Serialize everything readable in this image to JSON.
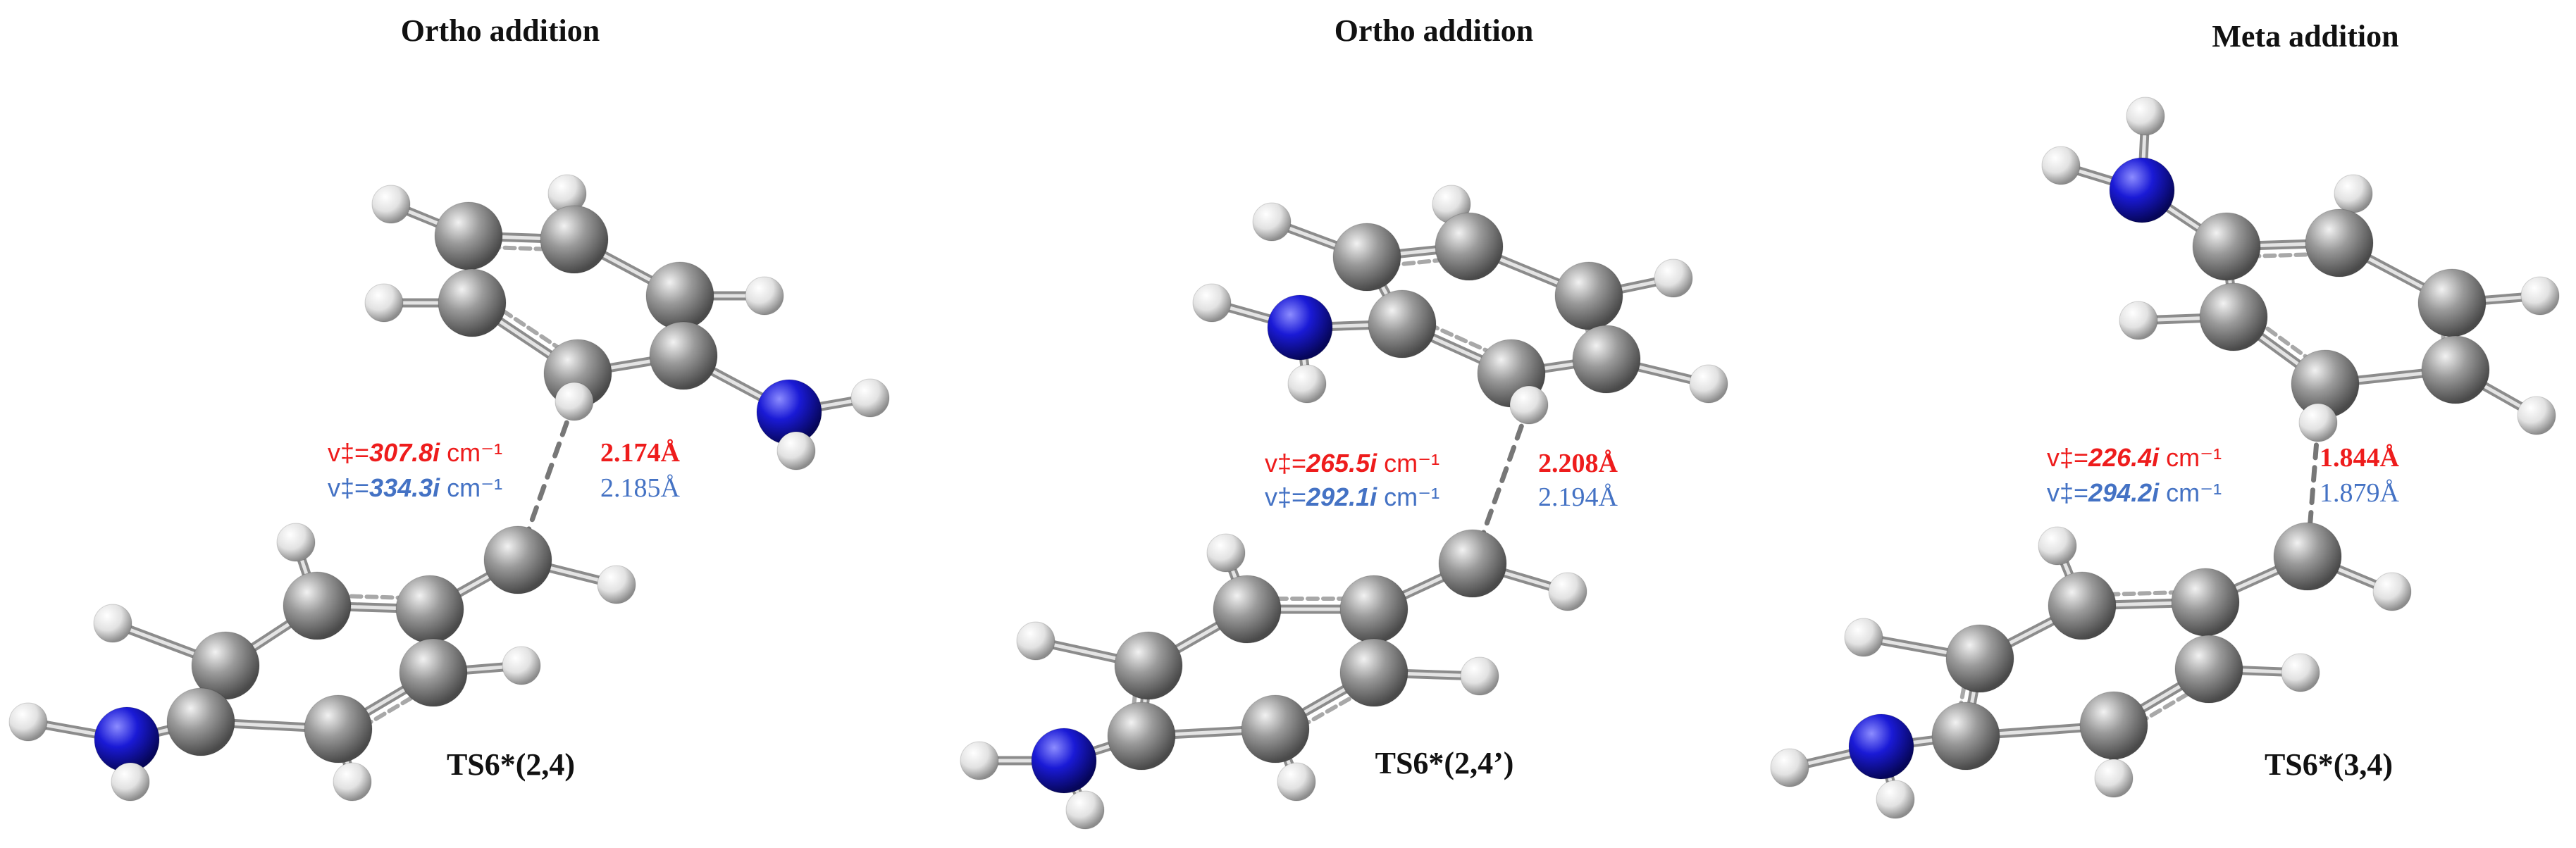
{
  "colors": {
    "red": "#ee1c1c",
    "blue": "#4472c4",
    "carbon": "#8a8a8a",
    "nitrogen": "#1414c8",
    "hydrogen": "#e6e6e6",
    "bond": "#9a9a9a"
  },
  "panels": [
    {
      "title": "Ortho addition",
      "ts_label": "TS6*(2,4)",
      "freq_red": {
        "prefix": "v‡=",
        "value": "307.8i",
        "unit": " cm⁻¹"
      },
      "freq_blue": {
        "prefix": "v‡=",
        "value": "334.3i",
        "unit": " cm⁻¹"
      },
      "dist_red": "2.174Å",
      "dist_blue": "2.185Å"
    },
    {
      "title": "Ortho addition",
      "ts_label": "TS6*(2,4’)",
      "freq_red": {
        "prefix": "v‡=",
        "value": "265.5i",
        "unit": " cm⁻¹"
      },
      "freq_blue": {
        "prefix": "v‡=",
        "value": "292.1i",
        "unit": " cm⁻¹"
      },
      "dist_red": "2.208Å",
      "dist_blue": "2.194Å"
    },
    {
      "title": "Meta addition",
      "ts_label": "TS6*(3,4)",
      "freq_red": {
        "prefix": "v‡=",
        "value": "226.4i",
        "unit": " cm⁻¹"
      },
      "freq_blue": {
        "prefix": "v‡=",
        "value": "294.2i",
        "unit": " cm⁻¹"
      },
      "dist_red": "1.844Å",
      "dist_blue": "1.879Å"
    }
  ]
}
